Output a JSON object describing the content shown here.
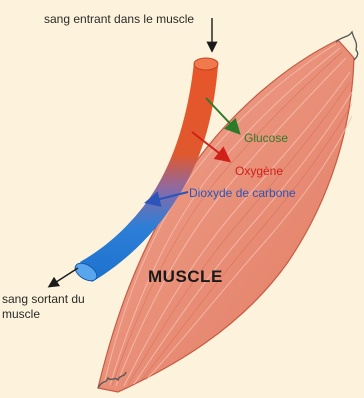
{
  "labels": {
    "blood_in": "sang entrant dans le muscle",
    "blood_out": "sang sortant du muscle",
    "glucose": "Glucose",
    "oxygen": "Oxygène",
    "co2": "Dioxyde de carbone",
    "muscle": "MUSCLE"
  },
  "colors": {
    "background": "#fdf3dc",
    "muscle": "#e98c74",
    "vessel_in": "#e8552a",
    "vessel_out": "#1e78d4",
    "glucose": "#2f7a2a",
    "oxygen": "#d0201a",
    "co2": "#2b55b8"
  }
}
